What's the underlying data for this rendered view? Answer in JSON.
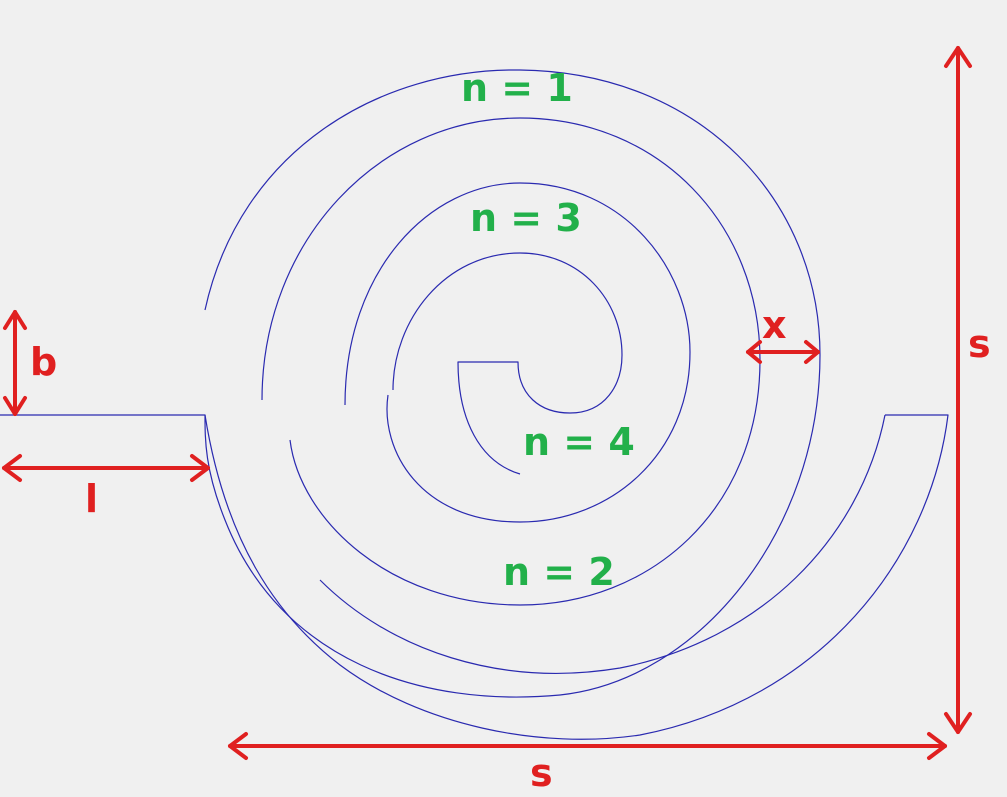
{
  "colors": {
    "background": "#f0f0f0",
    "spiral_outline": "#2a2ab0",
    "dimension": "#e02020",
    "turn_label": "#22b04a"
  },
  "turn_labels": {
    "n1": "n = 1",
    "n2": "n = 2",
    "n3": "n = 3",
    "n4": "n = 4"
  },
  "dimensions": {
    "b": "b",
    "l": "l",
    "x": "x",
    "s_horizontal": "s",
    "s_vertical": "s"
  }
}
